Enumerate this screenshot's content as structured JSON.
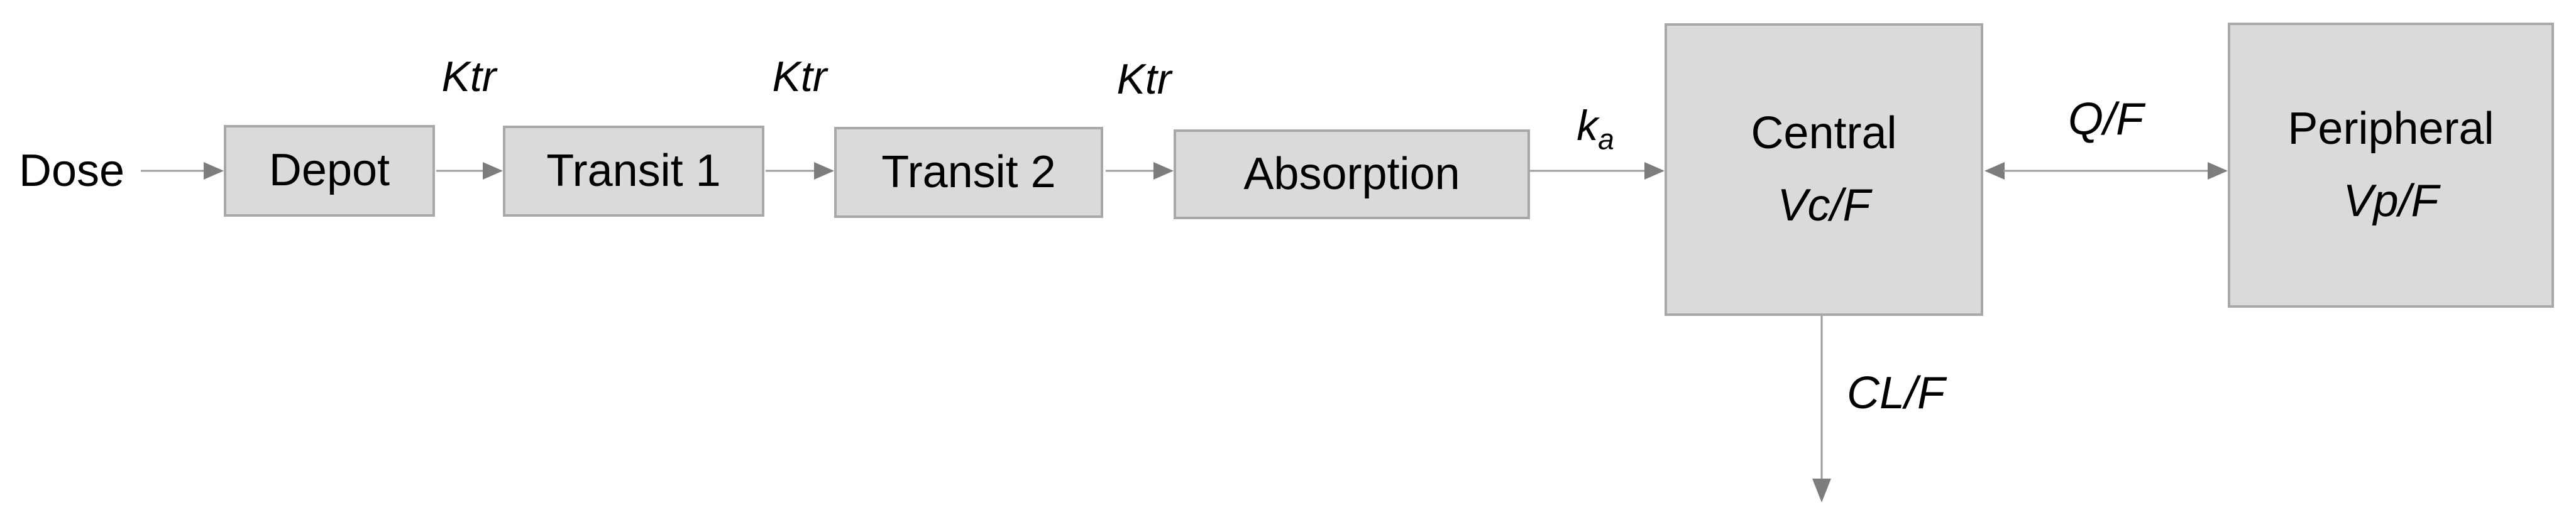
{
  "labels": {
    "dose": "Dose",
    "ktr": "Ktr",
    "ka_base": "k",
    "ka_sub": "a",
    "q": "Q/F",
    "cl": "CL/F"
  },
  "compartments": [
    {
      "name": "Depot"
    },
    {
      "name": "Transit 1"
    },
    {
      "name": "Transit 2"
    },
    {
      "name": "Absorption"
    },
    {
      "name": "Central",
      "volume": "Vc/F"
    },
    {
      "name": "Peripheral",
      "volume": "Vp/F"
    }
  ],
  "flows": [
    {
      "from": "Dose",
      "to": "Depot",
      "label": ""
    },
    {
      "from": "Depot",
      "to": "Transit 1",
      "label": "Ktr"
    },
    {
      "from": "Transit 1",
      "to": "Transit 2",
      "label": "Ktr"
    },
    {
      "from": "Transit 2",
      "to": "Absorption",
      "label": "Ktr"
    },
    {
      "from": "Absorption",
      "to": "Central",
      "label": "ka"
    },
    {
      "from": "Central",
      "to": "Peripheral",
      "label": "Q/F",
      "bidirectional": true
    },
    {
      "from": "Central",
      "to": "out",
      "label": "CL/F"
    }
  ],
  "colors": {
    "background": "#ffffff",
    "box_fill": "#dadada",
    "box_border": "#a8a8a8",
    "arrow_line": "#9c9c9c",
    "arrow_head": "#7d7d7d",
    "text": "#000000"
  }
}
